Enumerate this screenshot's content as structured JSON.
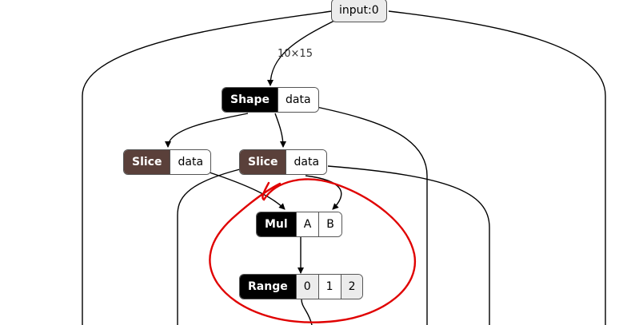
{
  "graph": {
    "input": {
      "label": "input:0"
    },
    "edge_label": "10×15",
    "shape": {
      "op": "Shape",
      "args": [
        "data"
      ]
    },
    "slice1": {
      "op": "Slice",
      "args": [
        "data"
      ]
    },
    "slice2": {
      "op": "Slice",
      "args": [
        "data"
      ]
    },
    "mul": {
      "op": "Mul",
      "args": [
        "A",
        "B"
      ]
    },
    "range": {
      "op": "Range",
      "args": [
        "0",
        "1",
        "2"
      ]
    }
  },
  "colors": {
    "op_black": "#000000",
    "op_brown": "#5a403a",
    "annotation": "#e00000"
  }
}
